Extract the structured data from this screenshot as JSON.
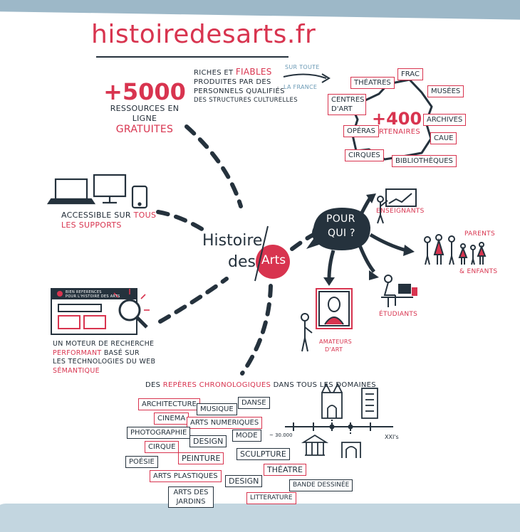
{
  "title": "histoiredesarts.fr",
  "stat_ressources": {
    "number": "+5000",
    "line1": "RESSOURCES EN",
    "line2": "LIGNE",
    "line3": "GRATUITES"
  },
  "fiables": {
    "line1": "RICHES ET",
    "highlight": "FIABLES",
    "line2": "PRODUITES PAR DES",
    "line3": "PERSONNELS QUALIFIÉS",
    "line4": "DES STRUCTURES CULTURELLES"
  },
  "sur_toute": {
    "line1": "SUR TOUTE",
    "line2": "LA FRANCE"
  },
  "partners": {
    "number": "+400",
    "label": "PARTENAIRES",
    "boxes": [
      "THÉATRES",
      "FRAC",
      "CENTRES D'ART",
      "MUSÉES",
      "ARCHIVES",
      "OPÉRAS",
      "CAUE",
      "CIRQUES",
      "BIBLIOTHÈQUES"
    ]
  },
  "center": {
    "line1": "Histoire",
    "line2": "des",
    "line3": "Arts"
  },
  "supports": {
    "line1": "ACCESSIBLE SUR",
    "highlight": "TOUS",
    "line2": "LES SUPPORTS"
  },
  "moteur": {
    "line1": "UN MOTEUR DE RECHERCHE",
    "highlight": "PERFORMANT",
    "line2": "BASÉ SUR",
    "line3": "LES TECHNOLOGIES DU WEB",
    "line4": "SÉMANTIQUE",
    "screen_text1": "BIEN REFERENCES",
    "screen_text2": "POUR L'HISTOIRE DES ARTS"
  },
  "pour_qui": {
    "line1": "POUR",
    "line2": "QUI ?"
  },
  "audiences": {
    "enseignants": "ENSEIGNANTS",
    "parents": "PARENTS",
    "enfants": "& ENFANTS",
    "etudiants": "ÉTUDIANTS",
    "amateurs1": "AMATEURS",
    "amateurs2": "D'ART"
  },
  "reperes": {
    "pre": "DES",
    "highlight": "REPÈRES CHRONOLOGIQUES",
    "post": "DANS TOUS LES DOMAINES"
  },
  "timeline": {
    "start": "~ 30.000",
    "end": "XXI's"
  },
  "domains": [
    "ARCHITECTURE",
    "MUSIQUE",
    "DANSE",
    "CINEMA",
    "ARTS NUMERIQUES",
    "PHOTOGRAPHIE",
    "DESIGN",
    "MODE",
    "CIRQUE",
    "SCULPTURE",
    "POÉSIE",
    "PEINTURE",
    "THÉATRE",
    "ARTS PLASTIQUES",
    "DESIGN",
    "BANDE DESSINÉE",
    "ARTS DES JARDINS",
    "LITTERATURE"
  ],
  "colors": {
    "accent": "#d8344f",
    "dark": "#25323d",
    "band": "#9db8c8"
  }
}
